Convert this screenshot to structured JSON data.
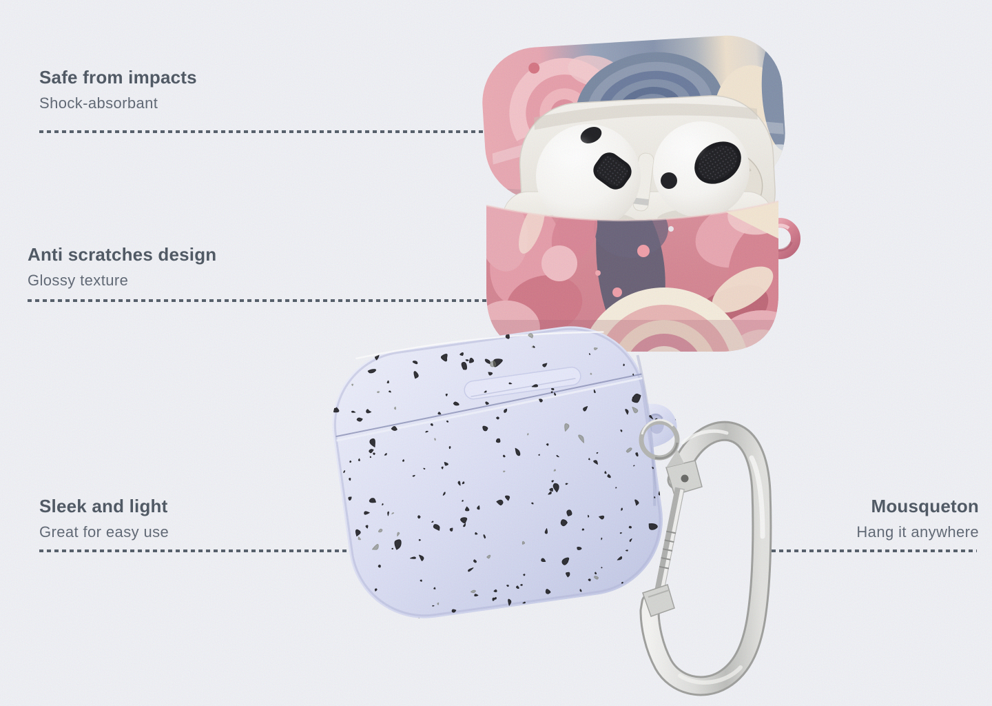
{
  "canvas": {
    "background_color": "#f0f1f6"
  },
  "callouts": [
    {
      "title": "Safe from impacts",
      "subtitle": "Shock-absorbant",
      "align": "left"
    },
    {
      "title": "Anti scratches design",
      "subtitle": "Glossy texture",
      "align": "left"
    },
    {
      "title": "Sleek and light",
      "subtitle": "Great for easy use",
      "align": "left"
    },
    {
      "title": "Mousqueton",
      "subtitle": "Hang it anywhere",
      "align": "right"
    }
  ],
  "products": {
    "floral_case": {
      "name": "open-airpods-case-floral-print"
    },
    "speckled_case": {
      "name": "closed-airpods-case-lavender-speckled"
    },
    "carabiner": {
      "name": "silver-carabiner-clip"
    }
  },
  "colors": {
    "title": "#47515d",
    "subtitle": "#59626f",
    "dash": "#4e5864",
    "background": "#f0f1f6",
    "floral_pink": "#d98b98",
    "floral_blue": "#7b8aa6",
    "floral_cream": "#f2e5d1",
    "lavender": "#dadef5",
    "speckle": "#17171b",
    "metal": "#d8d8d5"
  }
}
